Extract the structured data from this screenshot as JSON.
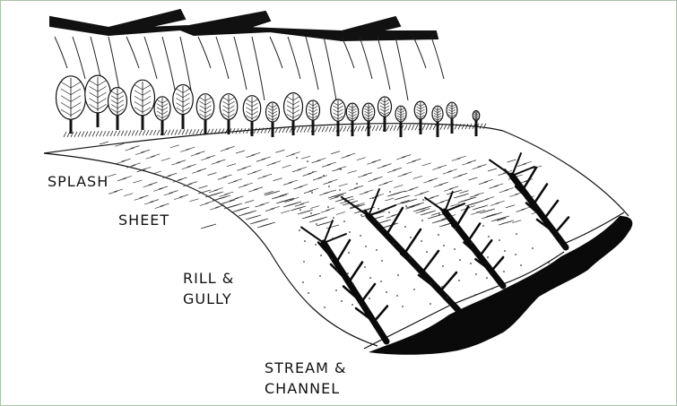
{
  "labels": {
    "splash": "SPLASH",
    "sheet": "SHEET",
    "rill_line1": "RILL &",
    "rill_line2": "GULLY",
    "stream_line1": "STREAM &",
    "stream_line2": "CHANNEL"
  },
  "colors": {
    "ink": "#111111",
    "paper": "#ffffff",
    "frame": "#a9c3a9"
  }
}
